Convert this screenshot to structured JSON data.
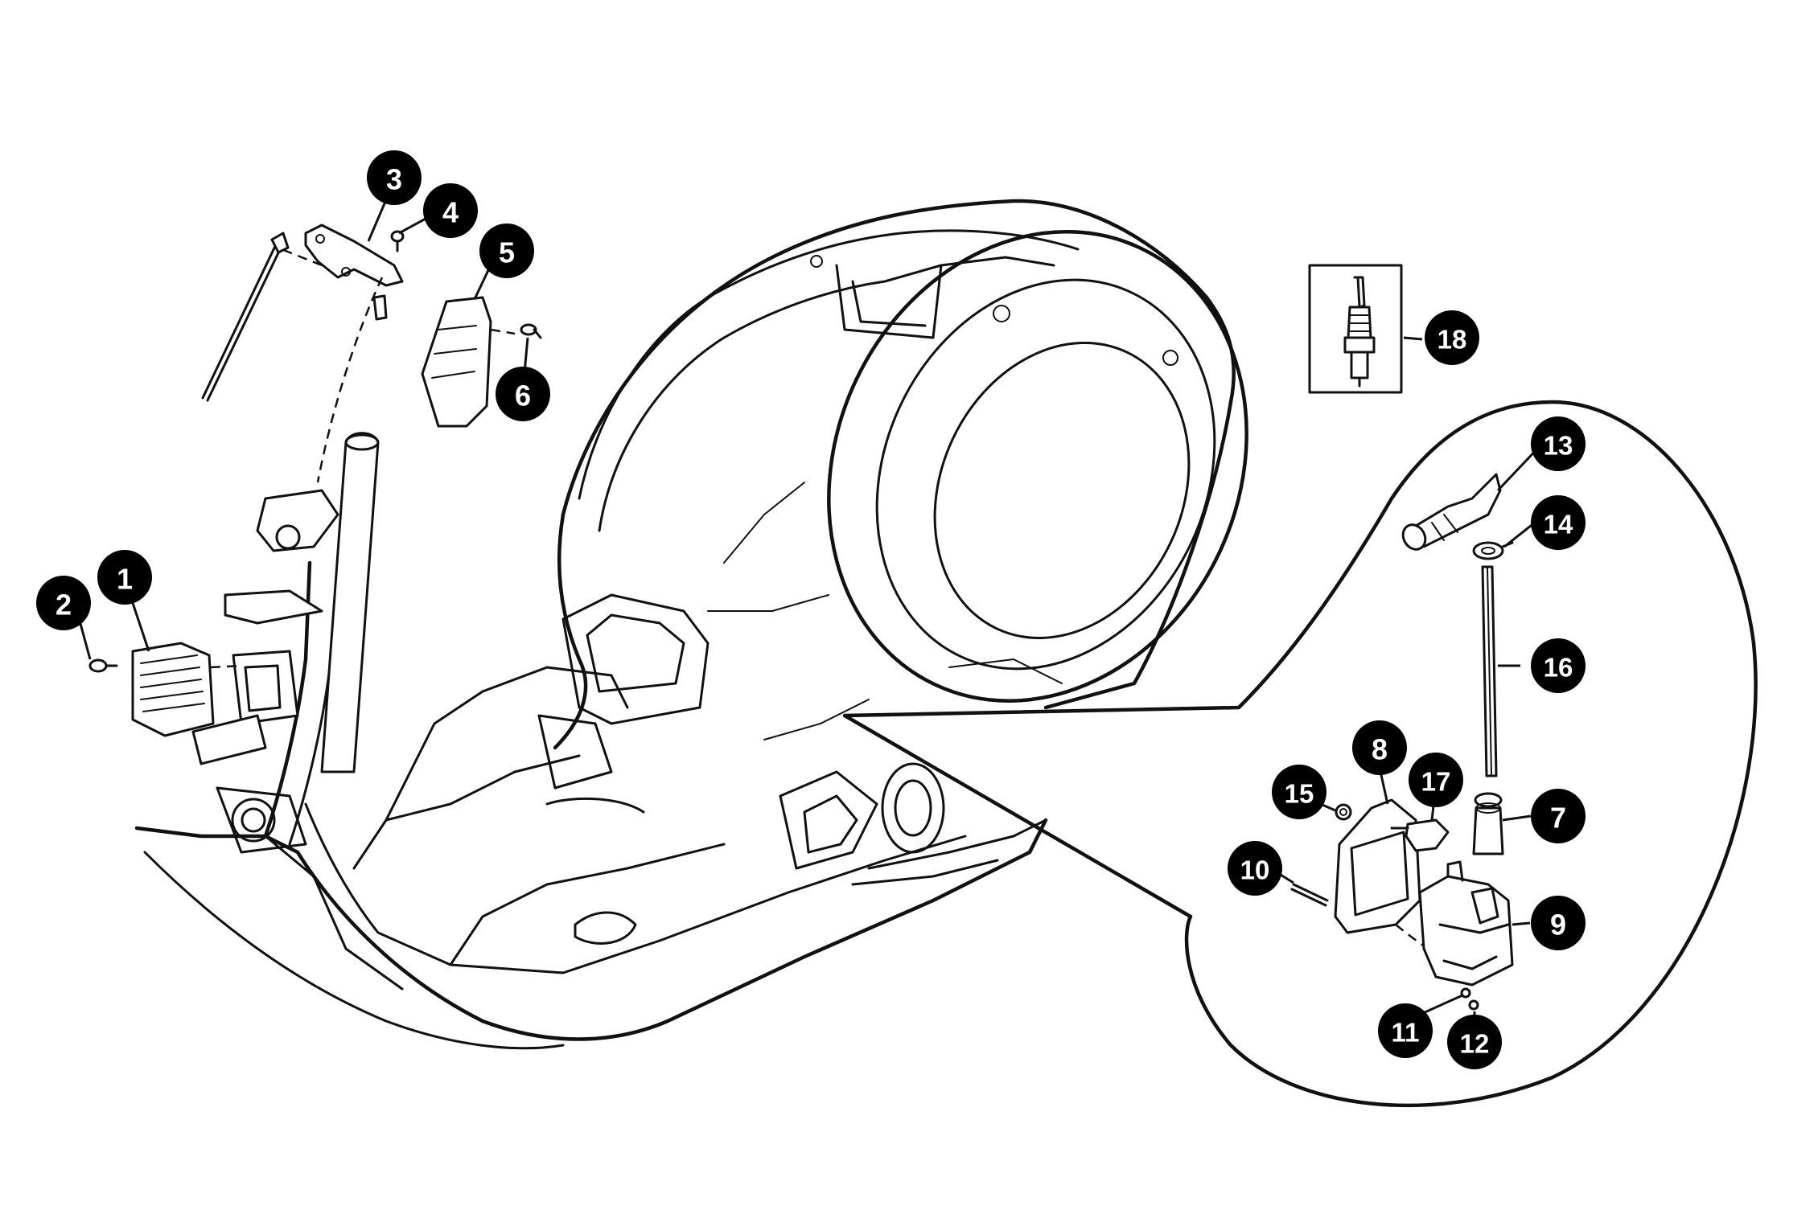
{
  "callouts": [
    {
      "id": "1",
      "label": "1"
    },
    {
      "id": "2",
      "label": "2"
    },
    {
      "id": "3",
      "label": "3"
    },
    {
      "id": "4",
      "label": "4"
    },
    {
      "id": "5",
      "label": "5"
    },
    {
      "id": "6",
      "label": "6"
    },
    {
      "id": "7",
      "label": "7"
    },
    {
      "id": "8",
      "label": "8"
    },
    {
      "id": "9",
      "label": "9"
    },
    {
      "id": "10",
      "label": "10"
    },
    {
      "id": "11",
      "label": "11"
    },
    {
      "id": "12",
      "label": "12"
    },
    {
      "id": "13",
      "label": "13"
    },
    {
      "id": "14",
      "label": "14"
    },
    {
      "id": "15",
      "label": "15"
    },
    {
      "id": "16",
      "label": "16"
    },
    {
      "id": "17",
      "label": "17"
    },
    {
      "id": "18",
      "label": "18"
    }
  ],
  "colors": {
    "line": "#111111",
    "callout_fill": "#000000",
    "callout_text": "#ffffff",
    "background": "#ffffff"
  }
}
